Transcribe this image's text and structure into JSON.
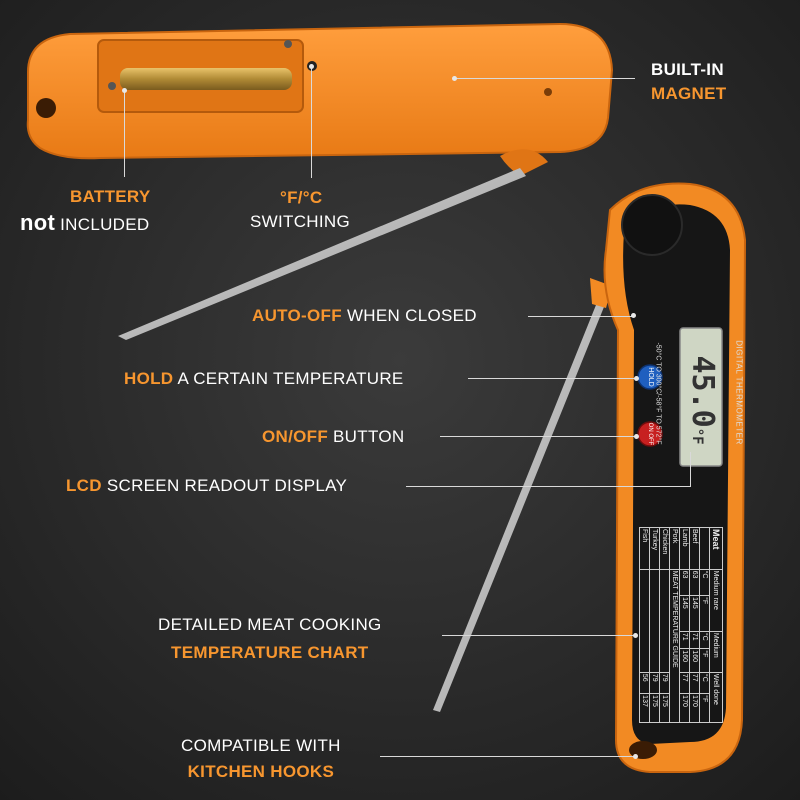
{
  "callouts": {
    "magnet": {
      "line1": "BUILT-IN",
      "line2": "MAGNET"
    },
    "battery": {
      "line1": "BATTERY",
      "not": "not",
      "line2": "INCLUDED"
    },
    "switching": {
      "line1": "°F/°C",
      "line2": "SWITCHING"
    },
    "auto_off": {
      "accent": "AUTO-OFF",
      "rest": "WHEN CLOSED"
    },
    "hold": {
      "accent": "HOLD",
      "rest": "A CERTAIN TEMPERATURE"
    },
    "onoff": {
      "accent": "ON/OFF",
      "rest": "BUTTON"
    },
    "lcd": {
      "accent": "LCD",
      "rest": "SCREEN READOUT DISPLAY"
    },
    "chart": {
      "line1": "DETAILED MEAT COOKING",
      "line2": "TEMPERATURE CHART"
    },
    "hooks": {
      "line1": "COMPATIBLE WITH",
      "line2": "KITCHEN HOOKS"
    }
  },
  "device": {
    "lcd_reading": "45.0",
    "lcd_unit": "°F",
    "brand_text": "DIGITAL THERMOMETER",
    "range_text": "-50°C TO 300°C/-58°F TO 572°F",
    "hold_button": "HOLD",
    "onoff_button": "ON OFF",
    "table": {
      "title": "Meat",
      "headers": [
        "Medium rare",
        "Medium",
        "Well done"
      ],
      "units": [
        "°C",
        "°F",
        "°C",
        "°F",
        "°C",
        "°F"
      ],
      "rows": [
        {
          "meat": "Beef",
          "values": [
            "63",
            "145",
            "71",
            "160",
            "77",
            "170"
          ]
        },
        {
          "meat": "Lamb",
          "values": [
            "63",
            "145",
            "71",
            "160",
            "77",
            "170"
          ]
        },
        {
          "meat": "Pork",
          "values": [
            "",
            "",
            "",
            "",
            "",
            ""
          ]
        },
        {
          "meat": "Chicken",
          "values": [
            "",
            "",
            "",
            "",
            "79",
            "175"
          ]
        },
        {
          "meat": "Turkey",
          "values": [
            "",
            "",
            "",
            "",
            "79",
            "175"
          ]
        },
        {
          "meat": "Fish",
          "values": [
            "",
            "",
            "",
            "",
            "56",
            "137"
          ]
        }
      ],
      "guide": "MEAT TEMPERATURE GUIDE"
    }
  },
  "colors": {
    "orange": "#f7962f",
    "body": "#f28a23",
    "black": "#161616",
    "background": "#2a2a2a"
  }
}
